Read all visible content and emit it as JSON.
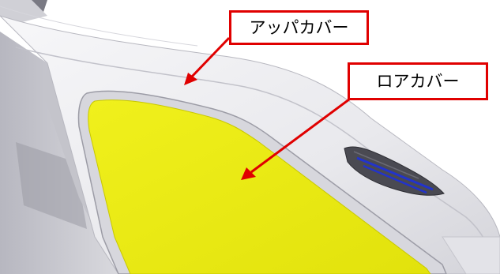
{
  "callouts": {
    "upper_cover": {
      "label": "アッパカバー"
    },
    "lower_cover": {
      "label": "ロアカバー"
    }
  },
  "colors": {
    "callout_border": "#e00000",
    "arrow": "#e00000",
    "lower_cover_fill": "#eaea14",
    "housing": "#ececef",
    "vent_slot": "#2233cc"
  },
  "parts": [
    {
      "name": "upper-cover",
      "kind": "housing shell"
    },
    {
      "name": "lower-cover",
      "kind": "yellow panel"
    },
    {
      "name": "vent",
      "kind": "slotted opening"
    }
  ]
}
